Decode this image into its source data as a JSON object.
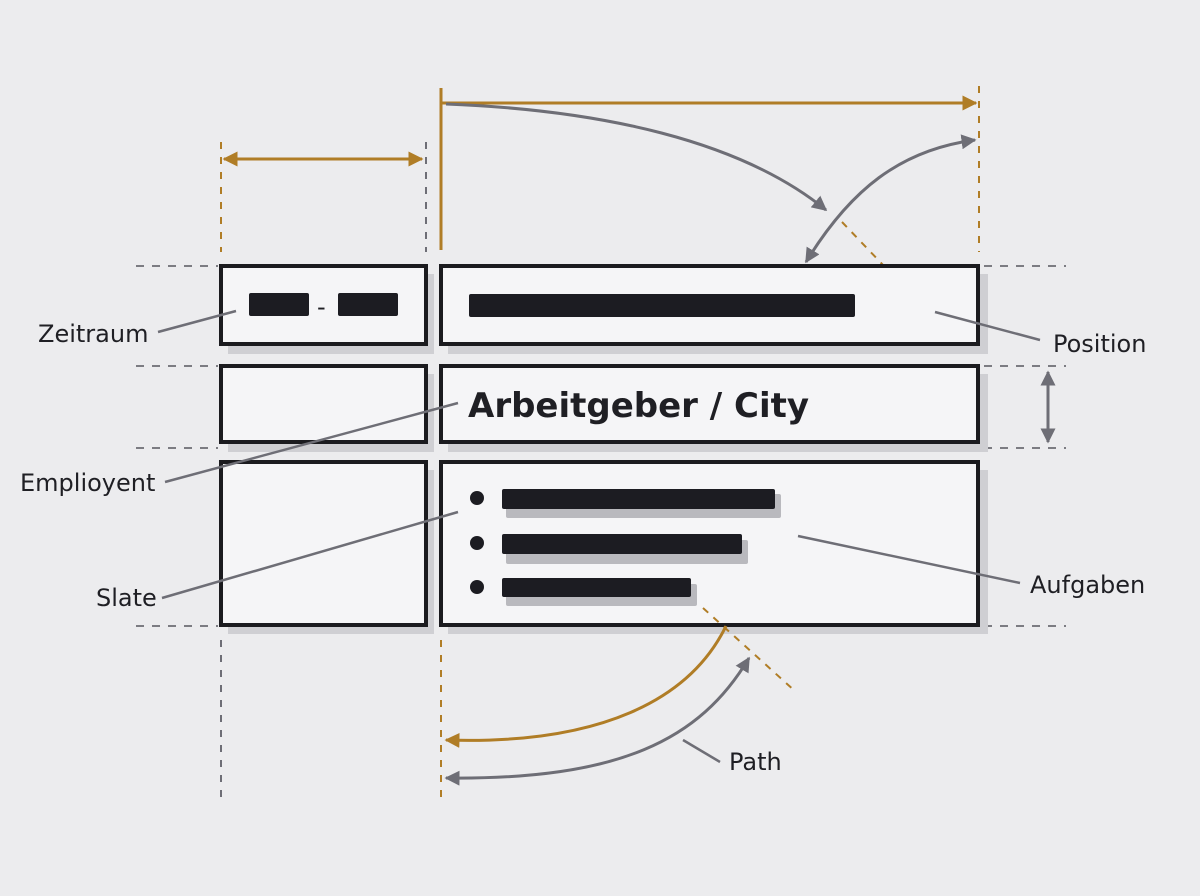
{
  "labels": {
    "zeitraum": "Zeitraum",
    "position": "Position",
    "employer_city": "Arbeitgeber / City",
    "emplioyent": "Emplioyent",
    "slate": "Slate",
    "aufgaben": "Aufgaben",
    "path": "Path",
    "date_separator": "-"
  },
  "colors": {
    "background": "#ececee",
    "box_stroke": "#1b1b1f",
    "box_fill": "#f5f5f7",
    "gold_accent": "#b07d26",
    "grey_annotation": "#6e6e76",
    "text_bar": "#1c1c22"
  },
  "icons": [
    "double-arrow-horizontal-icon",
    "double-arrow-vertical-icon",
    "curved-arrow-icon",
    "bullet-icon"
  ]
}
